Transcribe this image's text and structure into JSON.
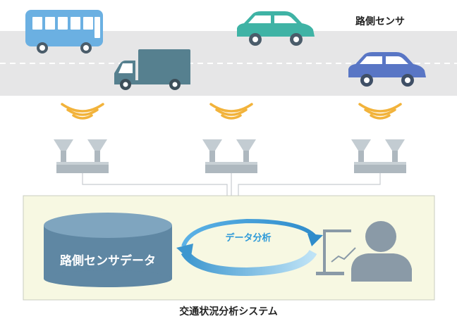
{
  "labels": {
    "roadside_sensor": "路側センサ",
    "database": "路側センサデータ",
    "data_analysis": "データ分析",
    "system_name": "交通状況分析システム"
  },
  "icons": [
    "bus-icon",
    "truck-icon",
    "car-icon",
    "car-icon",
    "signal-wave-icon",
    "sensor-device-icon",
    "database-icon",
    "cycle-arrow-icon",
    "analyst-icon",
    "chart-screen-icon"
  ],
  "colors": {
    "road": "#e6e6e7",
    "lane_marking": "#ffffff",
    "bus": "#6bb0e2",
    "truck": "#56808f",
    "car_teal": "#3fb3a5",
    "car_blue": "#5976c5",
    "signal": "#f2b33b",
    "sensor_device": "#aeb8bf",
    "system_panel": "#f7f8e2",
    "system_border": "#c8ccc0",
    "database": "#5f87a3",
    "analysis_arrow": "#3d97cf",
    "analyst": "#8a9aa7"
  }
}
